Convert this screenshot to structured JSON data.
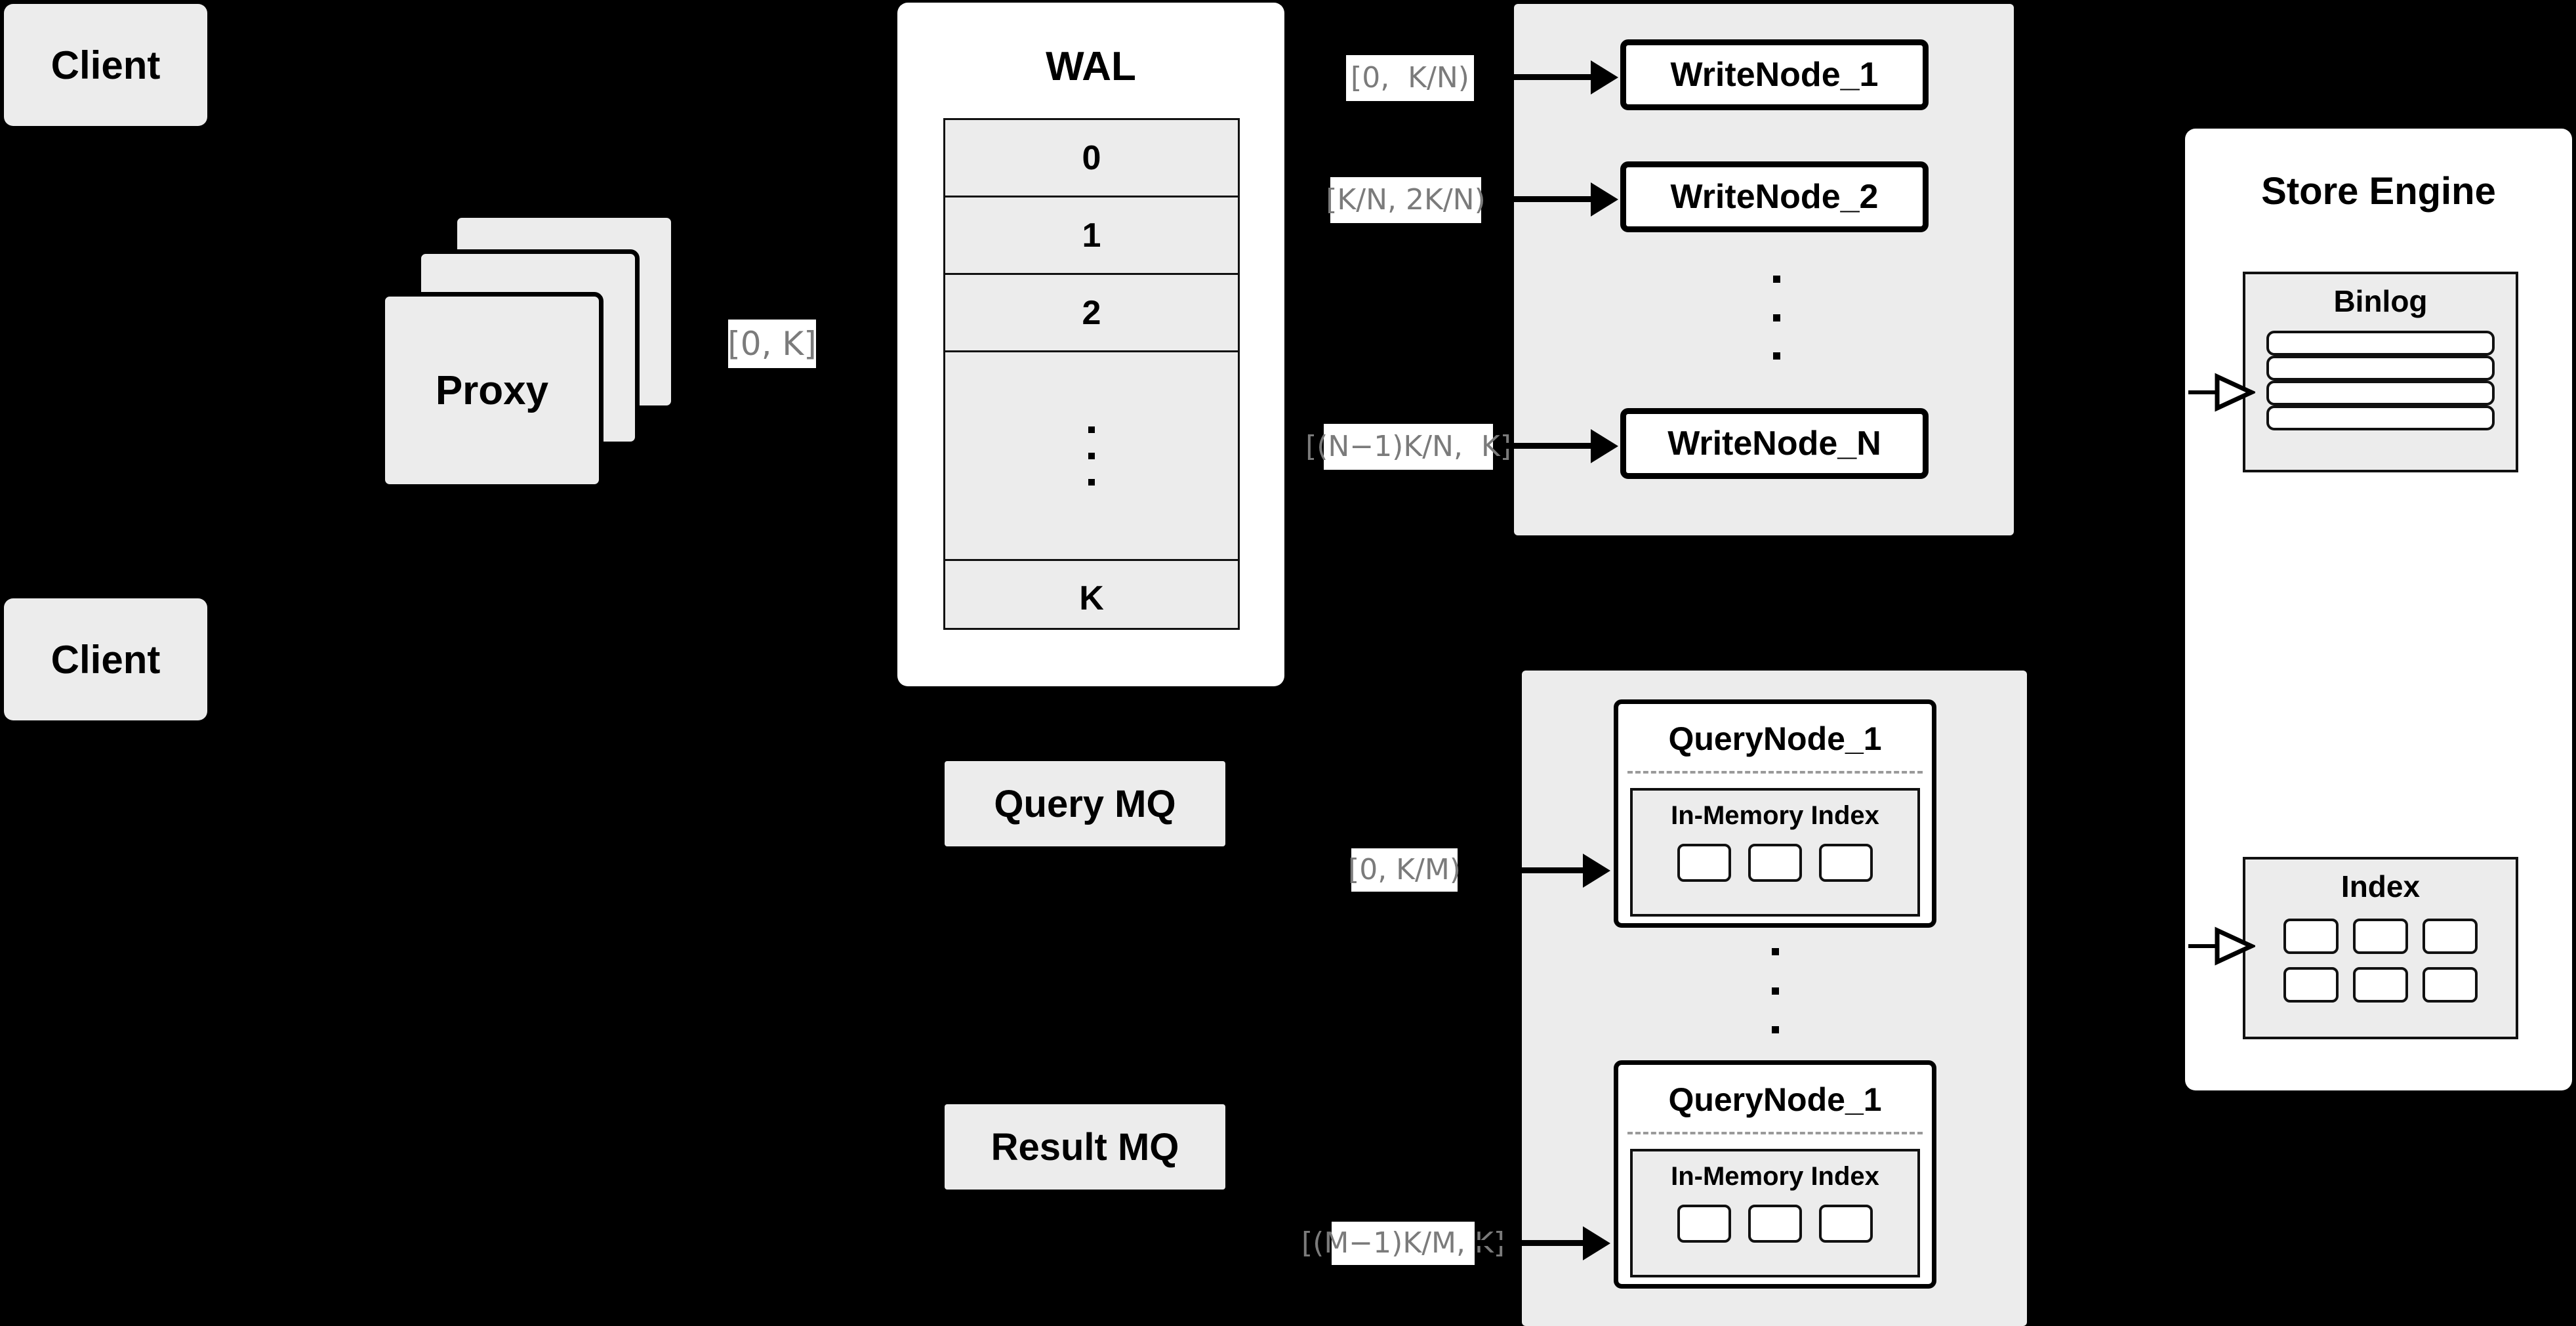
{
  "diagram": {
    "title": "Distributed write/query architecture",
    "background_color": "#000000",
    "node_fill": "#ececec",
    "panel_fill": "#ffffff",
    "label_text_color": "#7b7b7b",
    "border_color": "#000000"
  },
  "clients": [
    {
      "label": "Client"
    },
    {
      "label": "Client"
    }
  ],
  "proxy": {
    "label": "Proxy",
    "stack_count": 3
  },
  "proxy_edge": {
    "label": "[0, K]"
  },
  "wal": {
    "title": "WAL",
    "rows": [
      "0",
      "1",
      "2",
      "⋮",
      "K"
    ],
    "ellipsis_row_index": 3,
    "ellipsis_dots": 3
  },
  "write_nodes_panel": {
    "nodes": [
      {
        "label": "WriteNode_1",
        "edge_label": "[0,  K/N)"
      },
      {
        "label": "WriteNode_2",
        "edge_label": "[K/N, 2K/N)"
      },
      {
        "label": "WriteNode_N",
        "edge_label": "[(N−1)K/N,  K]"
      }
    ],
    "ellipsis_dots": 3
  },
  "query_nodes_panel": {
    "nodes": [
      {
        "label": "QueryNode_1",
        "edge_label": "[0, K/M)",
        "memory_index": {
          "title": "In-Memory Index",
          "chip_count": 3
        }
      },
      {
        "label": "QueryNode_1",
        "edge_label": "[(M−1)K/M, K]",
        "memory_index": {
          "title": "In-Memory Index",
          "chip_count": 3
        }
      }
    ],
    "ellipsis_dots": 3
  },
  "message_queues": [
    {
      "label": "Query MQ"
    },
    {
      "label": "Result MQ"
    }
  ],
  "store_engine": {
    "title": "Store Engine",
    "binlog": {
      "title": "Binlog",
      "bar_count": 4
    },
    "index": {
      "title": "Index",
      "cell_count": 6,
      "columns": 3,
      "rows": 2
    }
  }
}
